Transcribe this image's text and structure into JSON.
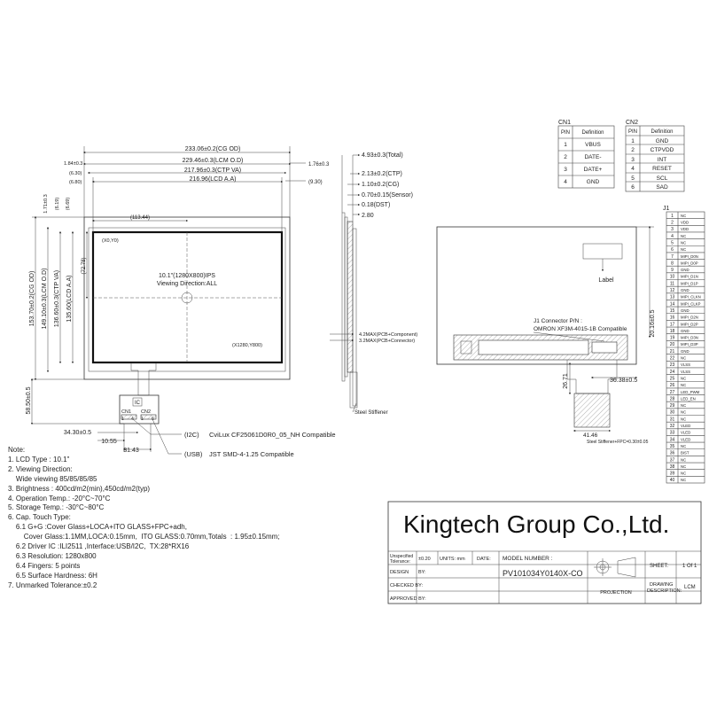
{
  "front_view": {
    "dims_h": [
      "233.06±0.2(CG OD)",
      "229.46±0.3(LCM O.D)",
      "217.96±0.3(CTP VA)",
      "216.96(LCD A.A)",
      "(113.44)"
    ],
    "left_side": [
      "1.84±0.3",
      "(6.30)",
      "(6.80)"
    ],
    "right_side": [
      "1.76±0.3",
      "(9.30)"
    ],
    "dims_v": [
      "153.70±0.2(CG OD)",
      "149.10±0.3(LCM O.D)",
      "136.60±0.3(CTP VA)",
      "135.60(LCD A.A)",
      "(72.78)"
    ],
    "top_small": [
      "1.71±0.3",
      "(6.19)",
      "(6.69)"
    ],
    "bottom_dim": "58.50±0.5",
    "center_text_1": "10.1\"(1280X800)IPS",
    "center_text_2": "Viewing Direction:ALL",
    "origin": "(X0,Y0)",
    "corner": "(X1280,Y800)",
    "fpc_dims": [
      "34.30±0.5",
      "10.55",
      "31.43"
    ],
    "fpc_labels": [
      "CN1",
      "CN2"
    ],
    "ic_label": "IC",
    "fpc_pins": [
      "1",
      "4",
      "1",
      "6"
    ]
  },
  "connectors": [
    {
      "prefix": "(I2C)",
      "text": "CviLux CF25061D0R0_05_NH Compatible"
    },
    {
      "prefix": "(USB)",
      "text": "JST SMD-4-1.25 Compatible"
    }
  ],
  "side_view": {
    "dims": [
      "4.93±0.3(Total)",
      "2.13±0.2(CTP)",
      "1.10±0.2(CG)",
      "0.70±0.15(Sensor)",
      "0.18(DST)",
      "2.80"
    ],
    "lower": [
      "4.2MAX(PCB+Component)",
      "3.2MAX(PCB+Connector)"
    ],
    "stiffener": "Steel Stiffener"
  },
  "back_view": {
    "label": "Label",
    "j1_text_1": "J1 Connector P/N :",
    "j1_text_2": "OMRON XF3M-4015-1B Compatible",
    "dim_right": "20.16±0.5",
    "dim_36": "36.38±0.5",
    "dim_26": "26.71",
    "dim_41": "41.46",
    "stiffener_note": "Steel Stiffener+FPC=0.30±0.05"
  },
  "cn1": {
    "title": "CN1",
    "headers": [
      "PIN",
      "Definition"
    ],
    "rows": [
      [
        "1",
        "VBUS"
      ],
      [
        "2",
        "DATE-"
      ],
      [
        "3",
        "DATE+"
      ],
      [
        "4",
        "GND"
      ]
    ]
  },
  "cn2": {
    "title": "CN2",
    "headers": [
      "PIN",
      "Definition"
    ],
    "rows": [
      [
        "1",
        "GND"
      ],
      [
        "2",
        "CTPVDD"
      ],
      [
        "3",
        "INT"
      ],
      [
        "4",
        "RESET"
      ],
      [
        "5",
        "SCL"
      ],
      [
        "6",
        "SAD"
      ]
    ]
  },
  "j1": {
    "title": "J1",
    "rows": [
      "NC",
      "VDD",
      "VDD",
      "NC",
      "NC",
      "NC",
      "MIPI_D0N",
      "MIPI_D0P",
      "GND",
      "MIPI_D1N",
      "MIPI_D1P",
      "GND",
      "MIPI_CLKN",
      "MIPI_CLKP",
      "GND",
      "MIPI_D2N",
      "MIPI_D2P",
      "GND",
      "MIPI_D3N",
      "MIPI_D3P",
      "GND",
      "NC",
      "VLSS",
      "VLSS",
      "NC",
      "NC",
      "LED_PWM",
      "LED_EN",
      "NC",
      "NC",
      "NC",
      "VLED",
      "VLED",
      "VLED",
      "NC",
      "BIST",
      "NC",
      "NC",
      "NC",
      "NC"
    ]
  },
  "notes": [
    "Note:",
    "1. LCD Type : 10.1\"",
    "2. Viewing Direction:",
    "    Wide viewing 85/85/85/85",
    "3. Brightness : 400cd/m2(min),450cd/m2(typ)",
    "4. Operation Temp.: -20°C~70°C",
    "5. Storage Temp.: -30°C~80°C",
    "6. Cap. Touch Type:",
    "    6.1 G+G :Cover Glass+LOCA+ITO GLASS+FPC+adh,",
    "        Cover Glass:1.1MM,LOCA:0.15mm,  ITO GLASS:0.70mm,Totals  : 1.95±0.15mm;",
    "    6.2 Driver IC :ILI2511 ,Interface:USB/I2C,  TX:28*RX16",
    "    6.3 Resolution: 1280x800",
    "    6.4 Fingers: 5 points",
    "    6.5 Surface Hardness: 6H",
    "7. Unmarked Tolerance:±0.2"
  ],
  "title_block": {
    "company": "Kingtech Group Co.,Ltd.",
    "unspec_tol_1": "Unspecified",
    "unspec_tol_2": "Tolerance:",
    "tol_value": "±0.20",
    "units": "UNITS: mm",
    "date": "DATE:",
    "model_label": "MODEL NUMBER :",
    "model_value": "PV101034Y0140X-CO",
    "design": "DESIGN",
    "by": "BY:",
    "checked": "CHECKED BY:",
    "approved": "APPROVED BY:",
    "projection": "PROJECTION",
    "sheet_label": "SHEET:",
    "sheet_value": "1 Of 1",
    "drawing_desc_1": "DRAWING",
    "drawing_desc_2": "DESCRIPTION:",
    "desc_value": "LCM"
  }
}
